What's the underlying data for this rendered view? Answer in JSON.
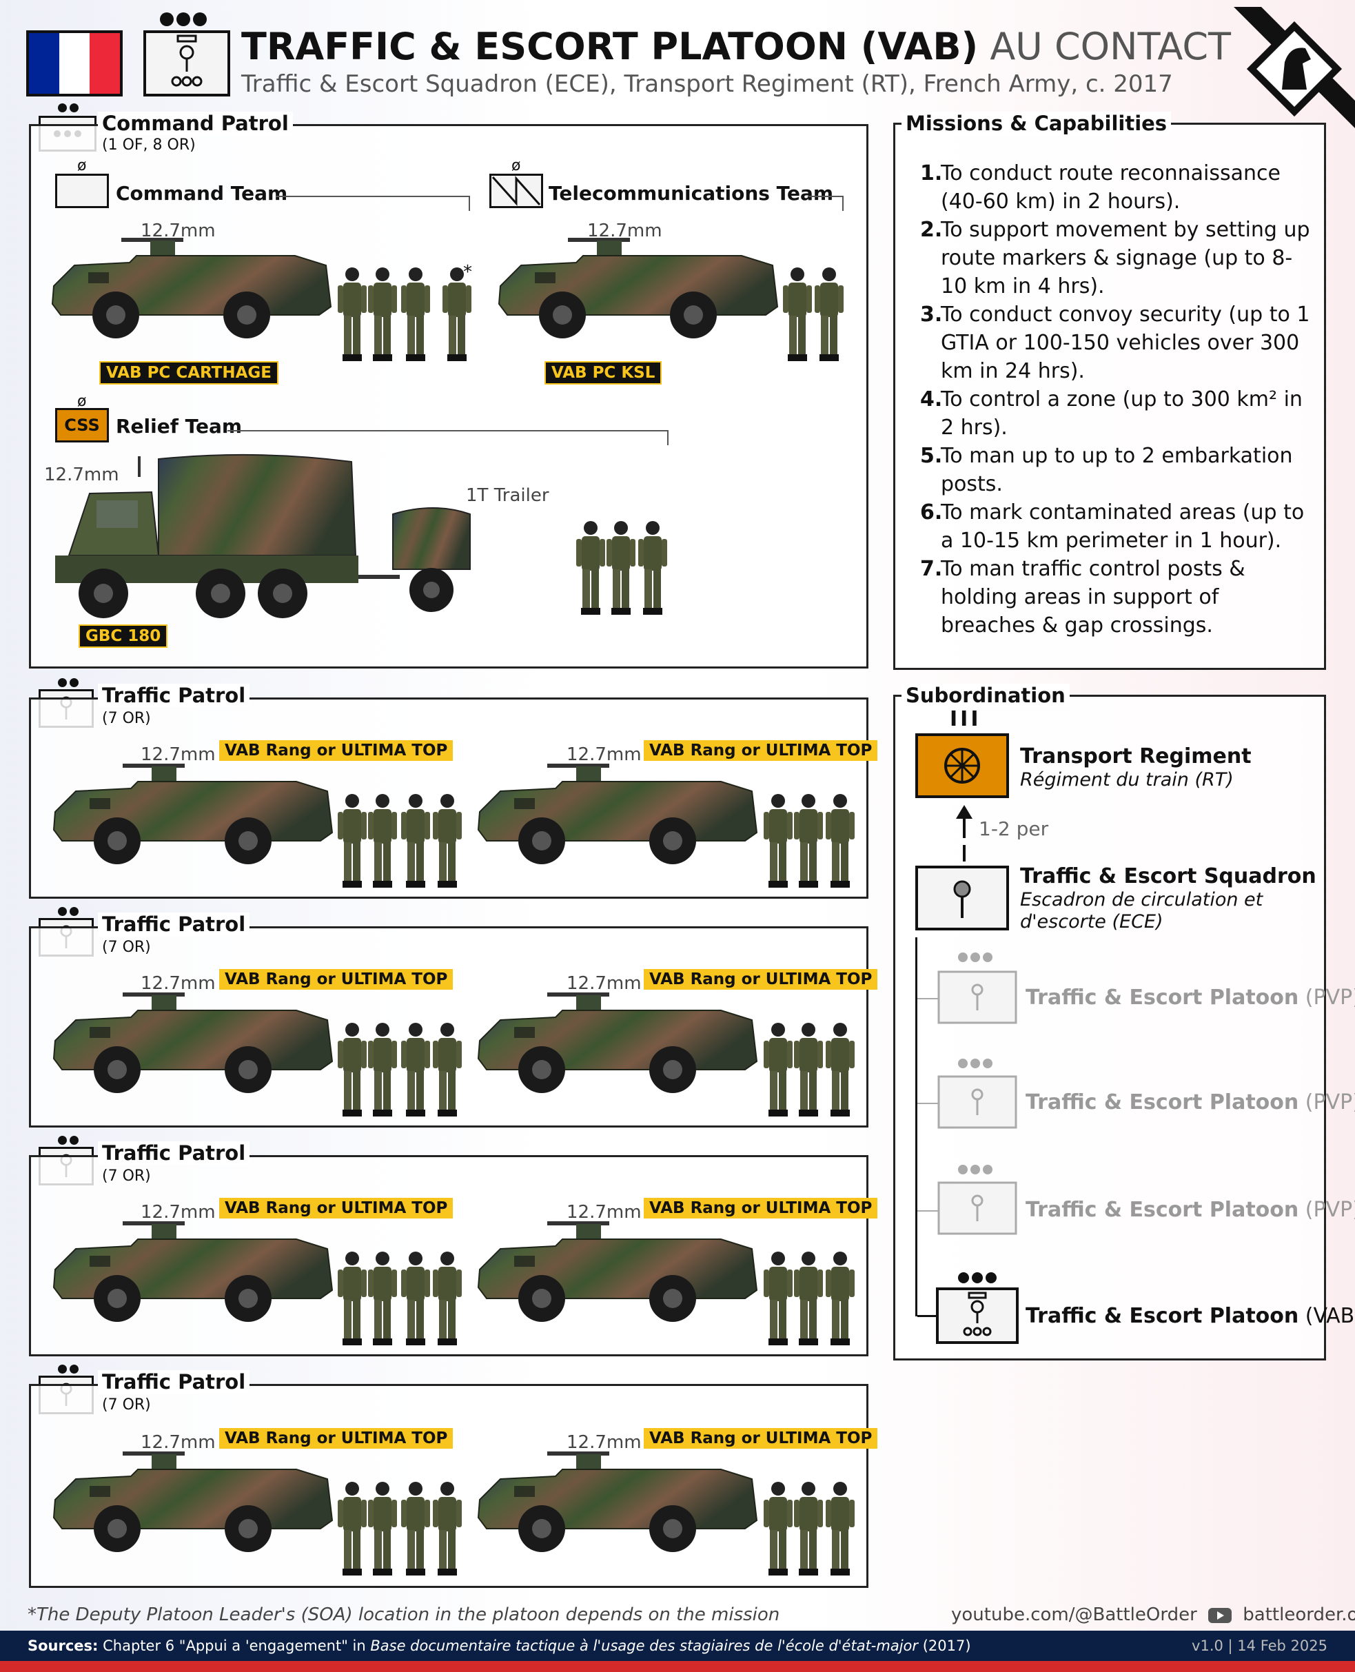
{
  "header": {
    "title_bold": "TRAFFIC & ESCORT PLATOON (VAB)",
    "title_light": " AU CONTACT",
    "subtitle": "Traffic & Escort Squadron (ECE), Transport Regiment (RT), French Army, c. 2017"
  },
  "colors": {
    "flag_blue": "#002395",
    "flag_red": "#ED2939",
    "css_orange": "#e08a00",
    "tag_yellow": "#f7c51e",
    "footer_navy": "#0b1f44"
  },
  "command_patrol": {
    "label": "Command Patrol",
    "strength": "(1 OF, 8 OR)",
    "command_team": {
      "label": "Command Team",
      "caliber": "12.7mm",
      "vehicle": "VAB PC CARTHAGE",
      "asterisk": "*"
    },
    "telecom_team": {
      "label": "Telecommunications Team",
      "caliber": "12.7mm",
      "vehicle": "VAB PC KSL"
    },
    "relief_team": {
      "label": "Relief Team",
      "css": "CSS",
      "caliber": "12.7mm",
      "trailer": "1T Trailer",
      "vehicle": "GBC 180"
    },
    "null_mark": "ø"
  },
  "traffic_patrols": [
    {
      "label": "Traffic Patrol",
      "strength": "(7 OR)",
      "caliber": "12.7mm",
      "vehicle": "VAB Rang or ULTIMA TOP"
    },
    {
      "label": "Traffic Patrol",
      "strength": "(7 OR)",
      "caliber": "12.7mm",
      "vehicle": "VAB Rang or ULTIMA TOP"
    },
    {
      "label": "Traffic Patrol",
      "strength": "(7 OR)",
      "caliber": "12.7mm",
      "vehicle": "VAB Rang or ULTIMA TOP"
    },
    {
      "label": "Traffic Patrol",
      "strength": "(7 OR)",
      "caliber": "12.7mm",
      "vehicle": "VAB Rang or ULTIMA TOP"
    }
  ],
  "missions": {
    "label": "Missions & Capabilities",
    "items": [
      {
        "n": "1.",
        "text": "To conduct route reconnaissance (40-60 km) in 2 hours)."
      },
      {
        "n": "2.",
        "text": "To support movement by setting up route markers & signage (up to 8-10 km in 4 hrs)."
      },
      {
        "n": "3.",
        "text": "To conduct convoy security (up to 1 GTIA or 100-150 vehicles over 300 km in 24 hrs)."
      },
      {
        "n": "4.",
        "text": "To control a zone (up to 300 km² in 2 hrs)."
      },
      {
        "n": "5.",
        "text": "To man up to up to 2 embarkation posts."
      },
      {
        "n": "6.",
        "text": "To mark contaminated areas (up to a 10-15 km perimeter in 1 hour)."
      },
      {
        "n": "7.",
        "text": "To man traffic control posts & holding areas in support of breaches & gap crossings."
      }
    ]
  },
  "subordination": {
    "label": "Subordination",
    "regiment": {
      "echelon": "III",
      "name": "Transport Regiment",
      "name_fr": "Régiment du train (RT)"
    },
    "per": "1-2 per",
    "squadron": {
      "name": "Traffic & Escort Squadron",
      "name_fr_1": "Escadron de circulation et",
      "name_fr_2": "d'escorte (ECE)"
    },
    "platoons": [
      {
        "name": "Traffic & Escort Platoon",
        "suffix": " (PVP)"
      },
      {
        "name": "Traffic & Escort Platoon",
        "suffix": " (PVP)"
      },
      {
        "name": "Traffic & Escort Platoon",
        "suffix": " (PVP)"
      },
      {
        "name": "Traffic & Escort Platoon",
        "suffix": " (VAB)"
      }
    ]
  },
  "footnote": "*The Deputy Platoon Leader's (SOA) location in the platoon depends on the mission",
  "credits": {
    "youtube": "youtube.com/@BattleOrder",
    "site": "battleorder.org"
  },
  "footer": {
    "sources_label": "Sources:",
    "sources_a": " Chapter 6 \"Appui a 'engagement\" in ",
    "sources_doc": "Base documentaire tactique à l'usage des stagiaires de l'école d'état-major",
    "sources_b": " (2017)",
    "version": "v1.0 | 14 Feb 2025"
  }
}
